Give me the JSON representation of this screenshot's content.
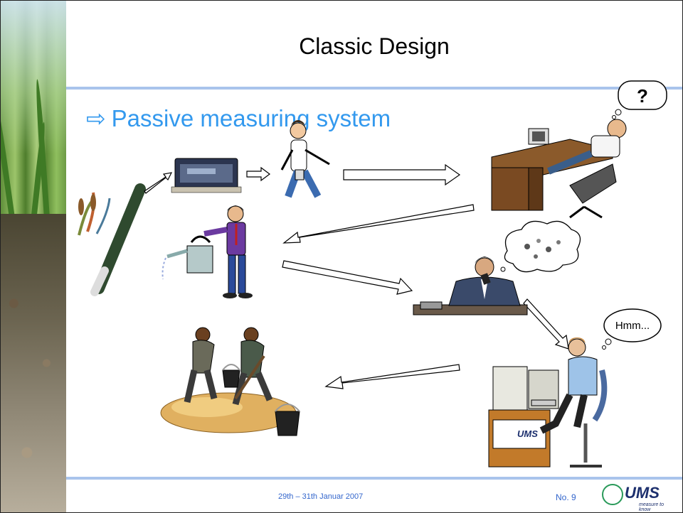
{
  "slide": {
    "title": "Classic Design",
    "bullet": "Passive measuring system",
    "bullet_arrow": "⇨",
    "question_bubble": "?",
    "hmm_bubble": "Hmm...",
    "footer_date": "29th – 31th Januar 2007",
    "footer_page": "No. 9"
  },
  "logo": {
    "name": "UMS",
    "tagline": "measure to know"
  },
  "colors": {
    "accent_blue": "#3399ee",
    "rule_blue": "#a9c4ec",
    "logo_navy": "#1c2f6d",
    "logo_green": "#2a9a5a"
  }
}
